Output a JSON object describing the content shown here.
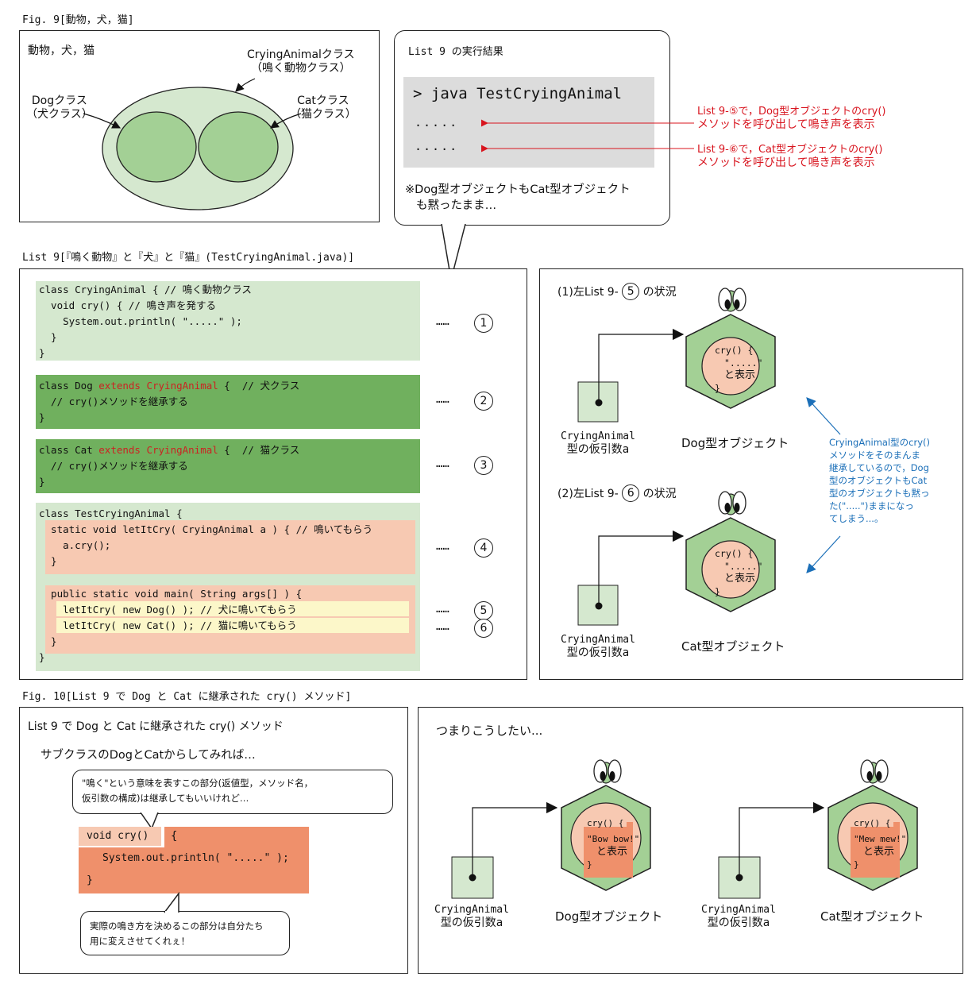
{
  "fig9": {
    "caption": "Fig. 9[動物，犬，猫]",
    "venn": {
      "title": "動物，犬，猫",
      "crying_label_1": "CryingAnimalクラス",
      "crying_label_2": "（鳴く動物クラス）",
      "dog_label_1": "Dogクラス",
      "dog_label_2": "（犬クラス）",
      "cat_label_1": "Catクラス",
      "cat_label_2": "（猫クラス）"
    },
    "result": {
      "title": "List 9 の実行結果",
      "command": "> java TestCryingAnimal",
      "out1": ".....",
      "out2": ".....",
      "note_1": "※Dog型オブジェクトもCat型オブジェクト",
      "note_2": "も黙ったまま…",
      "annot5_1": "List 9-⑤で，Dog型オブジェクトのcry()",
      "annot5_2": "メソッドを呼び出して鳴き声を表示",
      "annot6_1": "List 9-⑥で，Cat型オブジェクトのcry()",
      "annot6_2": "メソッドを呼び出して鳴き声を表示"
    }
  },
  "list9": {
    "caption": "List 9[『鳴く動物』と『犬』と『猫』(TestCryingAnimal.java)]",
    "block1": [
      "class CryingAnimal { // 鳴く動物クラス",
      "  void cry() { // 鳴き声を発する",
      "    System.out.println( \".....\" );",
      "  }",
      "}"
    ],
    "block2": {
      "a": "class Dog ",
      "kw": "extends CryingAnimal",
      "b": " {  // 犬クラス",
      "l2": "  // cry()メソッドを継承する",
      "l3": "}"
    },
    "block3": {
      "a": "class Cat ",
      "kw": "extends CryingAnimal",
      "b": " {  // 猫クラス",
      "l2": "  // cry()メソッドを継承する",
      "l3": "}"
    },
    "block4": [
      "class TestCryingAnimal {",
      "  static void letItCry( CryingAnimal a ) { // 鳴いてもらう",
      "    a.cry();",
      "  }"
    ],
    "block5": [
      "  public static void main( String args[] ) {",
      "    letItCry( new Dog() ); // 犬に鳴いてもらう",
      "    letItCry( new Cat() ); // 猫に鳴いてもらう",
      "  }",
      "}"
    ],
    "dots": "……",
    "markers": [
      "1",
      "2",
      "3",
      "4",
      "5",
      "6"
    ]
  },
  "objects_panel": {
    "s1_title_a": "(1)左List 9-",
    "s1_title_b": "の状況",
    "s2_title_a": "(2)左List 9-",
    "s2_title_b": "の状況",
    "marker5": "5",
    "marker6": "6",
    "param_1": "CryingAnimal",
    "param_2": "型の仮引数a",
    "dog_obj": "Dog型オブジェクト",
    "cat_obj": "Cat型オブジェクト",
    "inner_1": "cry() {",
    "inner_2": "\".....\"",
    "inner_3": "と表示",
    "inner_4": "}",
    "blue_note": [
      "CryingAnimal型のcry()",
      "メソッドをそのまんま",
      "継承しているので，Dog",
      "型のオブジェクトもCat",
      "型のオブジェクトも黙っ",
      "た(\".....\")ままになっ",
      "てしまう...。"
    ]
  },
  "fig10": {
    "caption": "Fig. 10[List 9 で Dog と Cat に継承された cry() メソッド]",
    "left": {
      "title": "List 9 で Dog と Cat に継承された cry() メソッド",
      "sub": "サブクラスのDogとCatからしてみれば…",
      "bubble1_1": "\"鳴く\"という意味を表すこの部分(返値型，メソッド名，",
      "bubble1_2": "仮引数の構成)は継承してもいいけれど…",
      "code_sig": "void cry()",
      "code_brace": "{",
      "code_body": "System.out.println( \".....\" );",
      "code_close": "}",
      "bubble2_1": "実際の鳴き方を決めるこの部分は自分たち",
      "bubble2_2": "用に変えさせてくれぇ！"
    },
    "right": {
      "title": "つまりこうしたい...",
      "param_1": "CryingAnimal",
      "param_2": "型の仮引数a",
      "dog_obj": "Dog型オブジェクト",
      "cat_obj": "Cat型オブジェクト",
      "inner_cry": "cry()",
      "inner_brace": "{",
      "dog_sound": "\"Bow bow!\"",
      "cat_sound": "\"Mew mew!\"",
      "inner_show": "と表示",
      "inner_close": "}"
    }
  },
  "colors": {
    "light_green": "#d5e8cf",
    "mid_green": "#a3d095",
    "dark_green": "#70b05e",
    "salmon": "#f7c9b2",
    "orange": "#ef906b",
    "yellow": "#fcf7c9",
    "red": "#d8141e",
    "blue": "#1b6fb8"
  }
}
